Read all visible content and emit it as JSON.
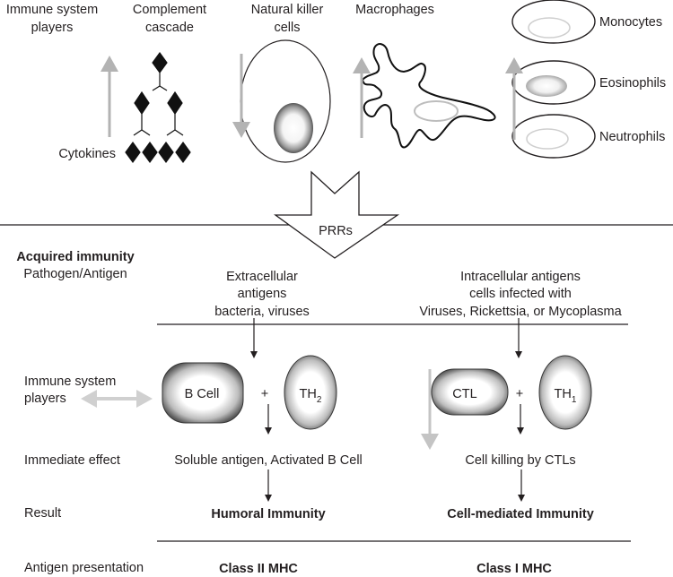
{
  "innate": {
    "row_label": [
      "Immune system",
      "players"
    ],
    "cytokines_label": "Cytokines",
    "complement_label": [
      "Complement",
      "cascade"
    ],
    "nk_label": [
      "Natural killer",
      "cells"
    ],
    "macrophages_label": "Macrophages",
    "granulocytes": [
      "Monocytes",
      "Eosinophils",
      "Neutrophils"
    ],
    "prr_label": "PRRs"
  },
  "acquired": {
    "title": "Acquired immunity",
    "subtitle": "Pathogen/Antigen",
    "extracellular": [
      "Extracellular",
      "antigens",
      "bacteria, viruses"
    ],
    "intracellular": [
      "Intracellular antigens",
      "cells infected with",
      "Viruses, Rickettsia, or Mycoplasma"
    ],
    "rows": {
      "players": [
        "Immune system",
        "players"
      ],
      "immediate_effect": "Immediate effect",
      "result": "Result",
      "antigen_presentation": "Antigen presentation"
    },
    "humoral": {
      "cell1": "B Cell",
      "plus": "+",
      "cell2": "TH",
      "cell2_sub": "2",
      "effect": "Soluble antigen, Activated B Cell",
      "result": "Humoral Immunity",
      "presentation": "Class II MHC"
    },
    "cellular": {
      "cell1": "CTL",
      "plus": "+",
      "cell2": "TH",
      "cell2_sub": "1",
      "effect": "Cell killing by CTLs",
      "result": "Cell-mediated Immunity",
      "presentation": "Class I MHC"
    }
  },
  "colors": {
    "ink": "#231f20",
    "grey_arrow": "#b3b3b3",
    "light_arrow": "#d0d0d0"
  }
}
